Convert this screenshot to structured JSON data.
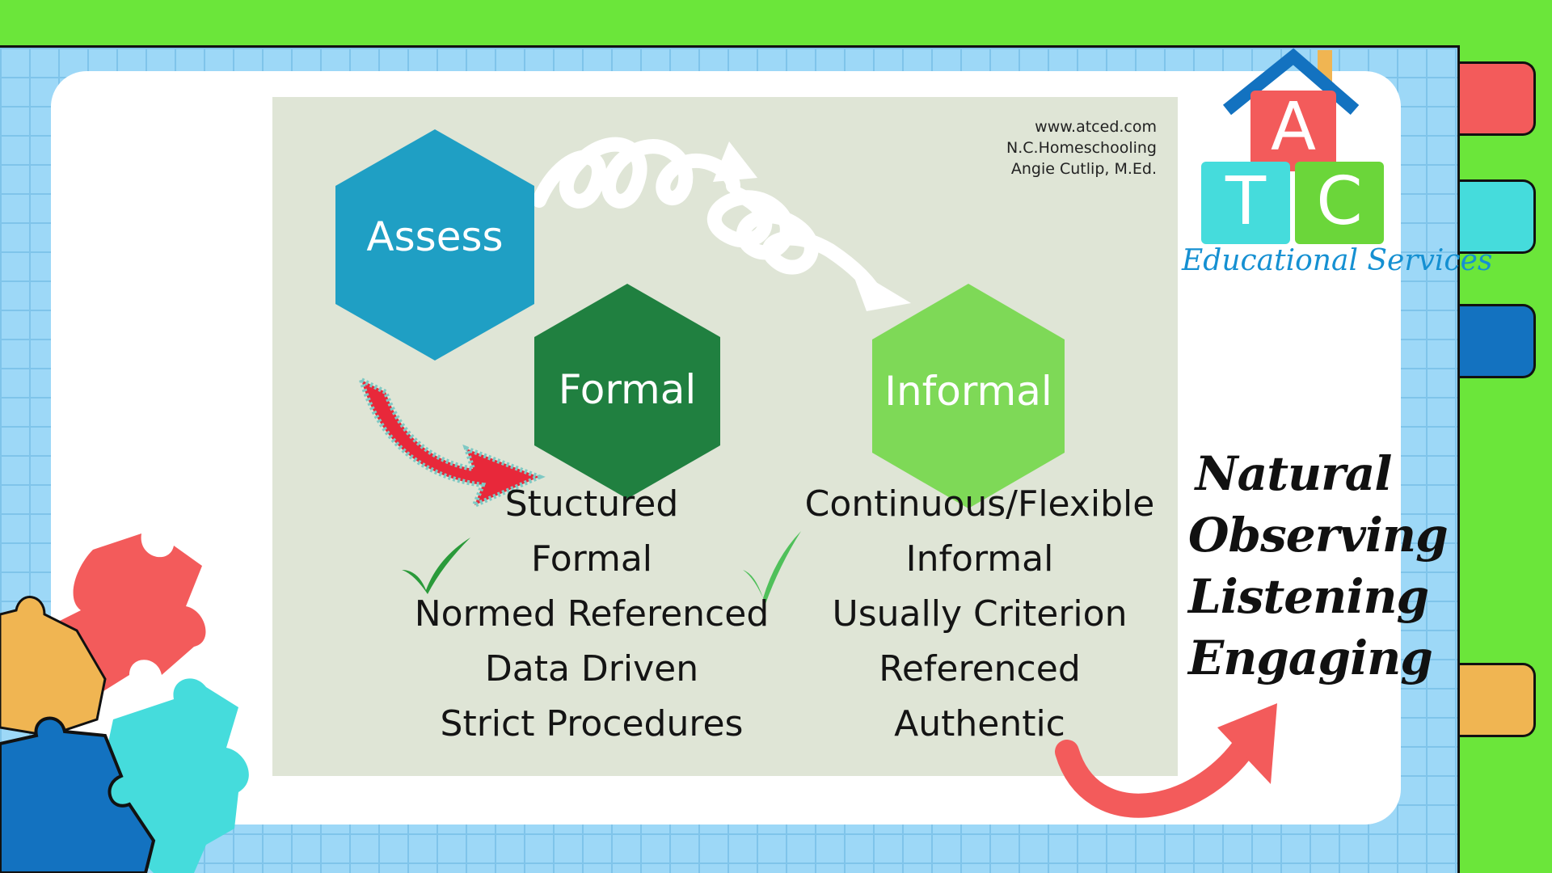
{
  "slide": {
    "credits": [
      "www.atced.com",
      "N.C.Homeschooling",
      "Angie Cutlip, M.Ed."
    ],
    "hexagons": {
      "assess": "Assess",
      "formal": "Formal",
      "informal": "Informal"
    },
    "formal_items": [
      "Stuctured",
      "Formal",
      "Normed Referenced",
      "Data Driven",
      "Strict Procedures"
    ],
    "informal_items": [
      "Continuous/Flexible",
      "Informal",
      "Usually Criterion",
      "Referenced",
      "Authentic"
    ]
  },
  "logo": {
    "letters": [
      "A",
      "T",
      "C"
    ],
    "subtitle": "Educational Services"
  },
  "side_words": [
    "Natural",
    "Observing",
    "Listening",
    "Engaging"
  ],
  "colors": {
    "background_green": "#6be63a",
    "grid_blue": "#9dd8f7",
    "assess_blue": "#1f9fc4",
    "formal_green": "#208040",
    "informal_green": "#7ed957",
    "accent_red": "#f35b5b",
    "accent_teal": "#45dcdc",
    "accent_blue": "#1372c0",
    "accent_orange": "#f0b552"
  },
  "icons": [
    "checkmark-icon",
    "red-arrow-icon",
    "curly-arrow-icon",
    "puzzle-pieces-icon"
  ]
}
